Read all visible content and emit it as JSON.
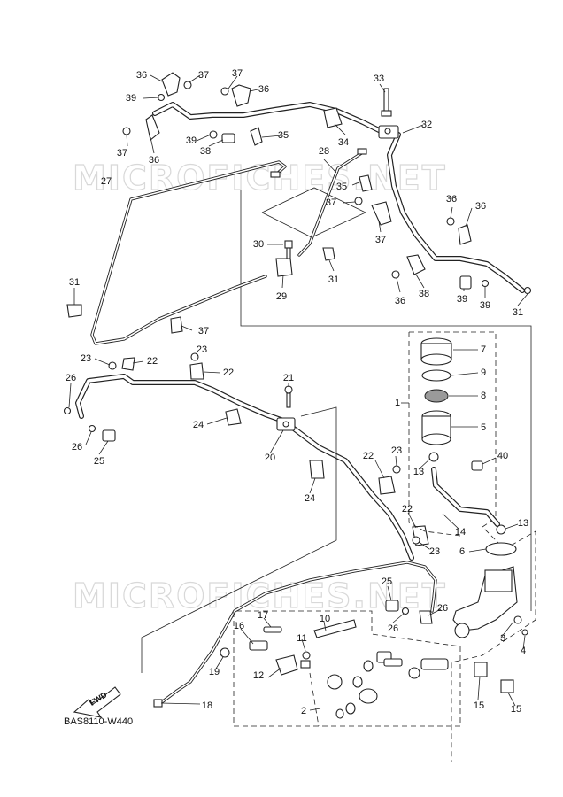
{
  "watermark": "MICROFICHES.NET",
  "diagram_code": "BAS8110-W440",
  "direction_label": "FWD",
  "callouts": [
    {
      "num": "36",
      "name": "callout-36-a"
    },
    {
      "num": "37",
      "name": "callout-37-a"
    },
    {
      "num": "37",
      "name": "callout-37-b"
    },
    {
      "num": "36",
      "name": "callout-36-b"
    },
    {
      "num": "39",
      "name": "callout-39-a"
    },
    {
      "num": "33",
      "name": "callout-33"
    },
    {
      "num": "32",
      "name": "callout-32"
    },
    {
      "num": "35",
      "name": "callout-35-a"
    },
    {
      "num": "34",
      "name": "callout-34"
    },
    {
      "num": "39",
      "name": "callout-39-b"
    },
    {
      "num": "38",
      "name": "callout-38-a"
    },
    {
      "num": "37",
      "name": "callout-37-c"
    },
    {
      "num": "36",
      "name": "callout-36-c"
    },
    {
      "num": "28",
      "name": "callout-28"
    },
    {
      "num": "27",
      "name": "callout-27"
    },
    {
      "num": "35",
      "name": "callout-35-b"
    },
    {
      "num": "37",
      "name": "callout-37-d"
    },
    {
      "num": "37",
      "name": "callout-37-e"
    },
    {
      "num": "36",
      "name": "callout-36-d"
    },
    {
      "num": "36",
      "name": "callout-36-e"
    },
    {
      "num": "30",
      "name": "callout-30"
    },
    {
      "num": "29",
      "name": "callout-29"
    },
    {
      "num": "31",
      "name": "callout-31-a"
    },
    {
      "num": "31",
      "name": "callout-31-b"
    },
    {
      "num": "37",
      "name": "callout-37-f"
    },
    {
      "num": "36",
      "name": "callout-36-f"
    },
    {
      "num": "38",
      "name": "callout-38-b"
    },
    {
      "num": "39",
      "name": "callout-39-c"
    },
    {
      "num": "39",
      "name": "callout-39-d"
    },
    {
      "num": "31",
      "name": "callout-31-c"
    },
    {
      "num": "7",
      "name": "callout-7"
    },
    {
      "num": "9",
      "name": "callout-9"
    },
    {
      "num": "8",
      "name": "callout-8"
    },
    {
      "num": "1",
      "name": "callout-1"
    },
    {
      "num": "5",
      "name": "callout-5"
    },
    {
      "num": "23",
      "name": "callout-23-a"
    },
    {
      "num": "22",
      "name": "callout-22-a"
    },
    {
      "num": "23",
      "name": "callout-23-b"
    },
    {
      "num": "22",
      "name": "callout-22-b"
    },
    {
      "num": "26",
      "name": "callout-26-a"
    },
    {
      "num": "21",
      "name": "callout-21"
    },
    {
      "num": "24",
      "name": "callout-24-a"
    },
    {
      "num": "26",
      "name": "callout-26-b"
    },
    {
      "num": "25",
      "name": "callout-25-a"
    },
    {
      "num": "20",
      "name": "callout-20"
    },
    {
      "num": "22",
      "name": "callout-22-c"
    },
    {
      "num": "23",
      "name": "callout-23-c"
    },
    {
      "num": "40",
      "name": "callout-40"
    },
    {
      "num": "13",
      "name": "callout-13-a"
    },
    {
      "num": "24",
      "name": "callout-24-b"
    },
    {
      "num": "22",
      "name": "callout-22-d"
    },
    {
      "num": "13",
      "name": "callout-13-b"
    },
    {
      "num": "14",
      "name": "callout-14"
    },
    {
      "num": "6",
      "name": "callout-6"
    },
    {
      "num": "23",
      "name": "callout-23-d"
    },
    {
      "num": "25",
      "name": "callout-25-b"
    },
    {
      "num": "26",
      "name": "callout-26-c"
    },
    {
      "num": "26",
      "name": "callout-26-d"
    },
    {
      "num": "17",
      "name": "callout-17"
    },
    {
      "num": "10",
      "name": "callout-10"
    },
    {
      "num": "16",
      "name": "callout-16"
    },
    {
      "num": "11",
      "name": "callout-11"
    },
    {
      "num": "3",
      "name": "callout-3"
    },
    {
      "num": "4",
      "name": "callout-4"
    },
    {
      "num": "19",
      "name": "callout-19"
    },
    {
      "num": "12",
      "name": "callout-12"
    },
    {
      "num": "15",
      "name": "callout-15-a"
    },
    {
      "num": "15",
      "name": "callout-15-b"
    },
    {
      "num": "18",
      "name": "callout-18"
    },
    {
      "num": "2",
      "name": "callout-2"
    }
  ]
}
